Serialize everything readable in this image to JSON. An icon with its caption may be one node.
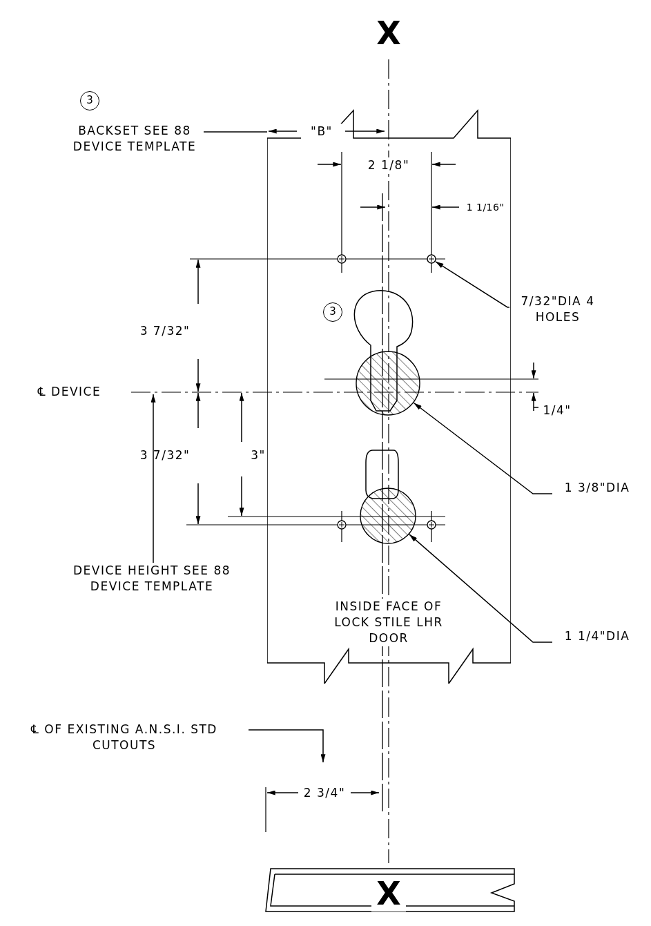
{
  "diagram": {
    "nodes": [
      {
        "text": [
          "3"
        ]
      },
      {
        "text": [
          "BACKSET SEE 88 DEVICE TEMPLATE"
        ]
      },
      {
        "text": [
          "INSIDE FACE OF LOCK STILE LHR DOOR"
        ]
      },
      {
        "text": [
          "3"
        ],
        "in": 2
      },
      {
        "text": [
          "7/32\"DIA 4 HOLES"
        ]
      },
      {
        "text": [
          "1 3/8\"DIA"
        ]
      },
      {
        "text": [
          "DEVICE HEIGHT SEE 88 DEVICE TEMPLATE"
        ]
      },
      {
        "text": [
          "1 1/4\"DIA"
        ]
      },
      {
        "text": [
          "℄ OF EXISTING A.N.S.I. STD CUTOUTS"
        ]
      },
      {
        "text": [],
        "shape": "circle",
        "in": 2
      },
      {
        "text": [],
        "shape": "circle",
        "in": 2
      },
      {
        "text": [],
        "shape": "circle",
        "in": 2
      }
    ],
    "edges": [
      {
        "from": 1,
        "to": 2,
        "arrow": "none"
      },
      {
        "from": 4,
        "to": 9,
        "arrow": "to"
      },
      {
        "from": 5,
        "to": 10,
        "arrow": "to"
      },
      {
        "from": 6,
        "to": null,
        "arrow": "to"
      },
      {
        "from": 7,
        "to": 11,
        "arrow": "to"
      },
      {
        "from": 8,
        "to": null,
        "arrow": "to"
      }
    ],
    "labels": [
      "X",
      "\"B\"",
      "2 1/8\"",
      "1 1/16\"",
      "℄ DEVICE",
      "3 7/32\"",
      "1/4\"",
      "3 7/32\"",
      "3\"",
      "2 3/4\"",
      "X"
    ]
  }
}
